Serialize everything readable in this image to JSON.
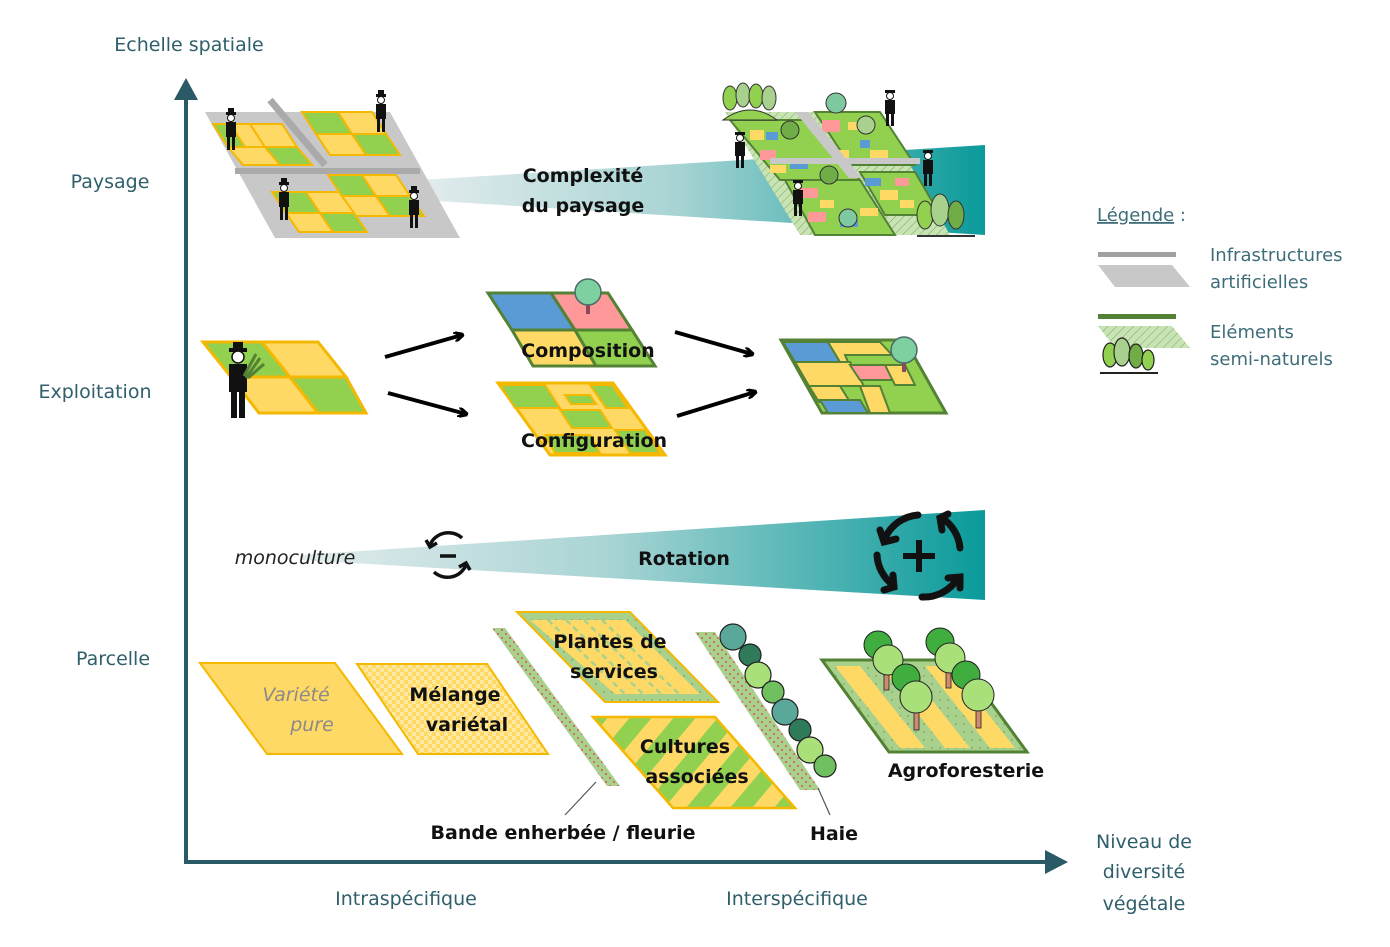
{
  "axes": {
    "y_label": "Echelle spatiale",
    "x_label_lines": [
      "Niveau de",
      "diversité",
      "végétale"
    ],
    "x_categories": [
      "Intraspécifique",
      "Interspécifique"
    ],
    "y_levels": [
      "Paysage",
      "Exploitation",
      "Parcelle"
    ]
  },
  "paysage": {
    "gradient_label_lines": [
      "Complexité",
      "du paysage"
    ]
  },
  "exploitation": {
    "composition_label": "Composition",
    "configuration_label": "Configuration"
  },
  "rotation": {
    "left_label": "monoculture",
    "center_label": "Rotation",
    "minus_icon": "rotation-minus-icon",
    "plus_icon": "rotation-plus-icon"
  },
  "parcelle": {
    "variete_pure_lines": [
      "Variété",
      "pure"
    ],
    "melange_lines": [
      "Mélange",
      "variétal"
    ],
    "plantes_services_lines": [
      "Plantes de",
      "services"
    ],
    "cultures_associees_lines": [
      "Cultures",
      "associées"
    ],
    "bande_label": "Bande enherbée / fleurie",
    "haie_label": "Haie",
    "agroforesterie_label": "Agroforesterie"
  },
  "legend": {
    "title": "Légende",
    "title_suffix": " :",
    "items": [
      {
        "lines": [
          "Infrastructures",
          "artificielles"
        ],
        "icon": "infrastructure-swatch-icon"
      },
      {
        "lines": [
          "Eléments",
          "semi-naturels"
        ],
        "icon": "semi-natural-swatch-icon"
      }
    ]
  },
  "colors": {
    "axis": "#2a5a66",
    "yellow": "#ffd966",
    "yellow_border": "#f5b800",
    "green": "#92d050",
    "dark_green": "#548235",
    "blue": "#5b9bd5",
    "pink": "#ff9999",
    "gray": "#c8c8c8",
    "teal": "#0a9a9a",
    "light_green": "#a9d18e"
  }
}
